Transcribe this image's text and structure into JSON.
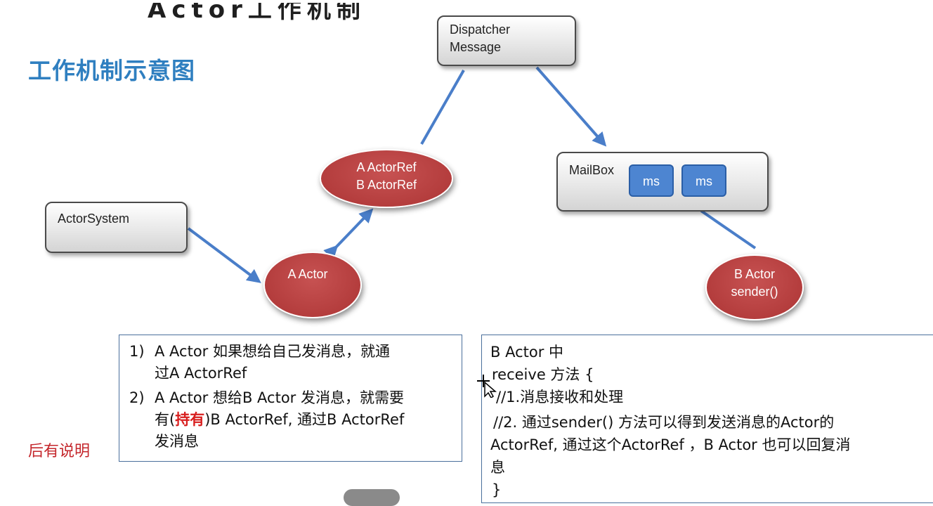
{
  "header": {
    "cut_off_heading": "Actor工作机制",
    "title": "工作机制示意图"
  },
  "diagram": {
    "dispatcher": {
      "line1": "Dispatcher",
      "line2": "Message"
    },
    "actor_system": "ActorSystem",
    "mailbox": {
      "label": "MailBox",
      "messages": [
        "ms",
        "ms"
      ]
    },
    "actor_ref": {
      "line1": "A ActorRef",
      "line2": "B ActorRef"
    },
    "a_actor": "A Actor",
    "b_actor": {
      "line1": "B Actor",
      "line2": "sender()"
    },
    "colors": {
      "node_red": "#b43d3d",
      "arrow_blue": "#4a7ec9",
      "title_blue": "#2f7fc0",
      "ms_blue": "#4d85d1"
    }
  },
  "notes_left": {
    "item1_num": "1)",
    "item1_line1": "A Actor 如果想给自己发消息，就通",
    "item1_line2": "过A ActorRef",
    "item2_num": "2)",
    "item2_line1": "A Actor 想给B Actor 发消息，就需要",
    "item2_pre": "有(",
    "item2_highlight": "持有",
    "item2_post": ")B  ActorRef, 通过B ActorRef",
    "item2_line3": "发消息"
  },
  "side_note": "后有说明",
  "notes_right": {
    "line1": "B Actor 中",
    "line2": "receive 方法 {",
    "line3": "//1.消息接收和处理",
    "line4": "//2. 通过sender() 方法可以得到发送消息的Actor的",
    "line5": "ActorRef, 通过这个ActorRef  ，B Actor 也可以回复消",
    "line6": "息",
    "line7": "}"
  }
}
